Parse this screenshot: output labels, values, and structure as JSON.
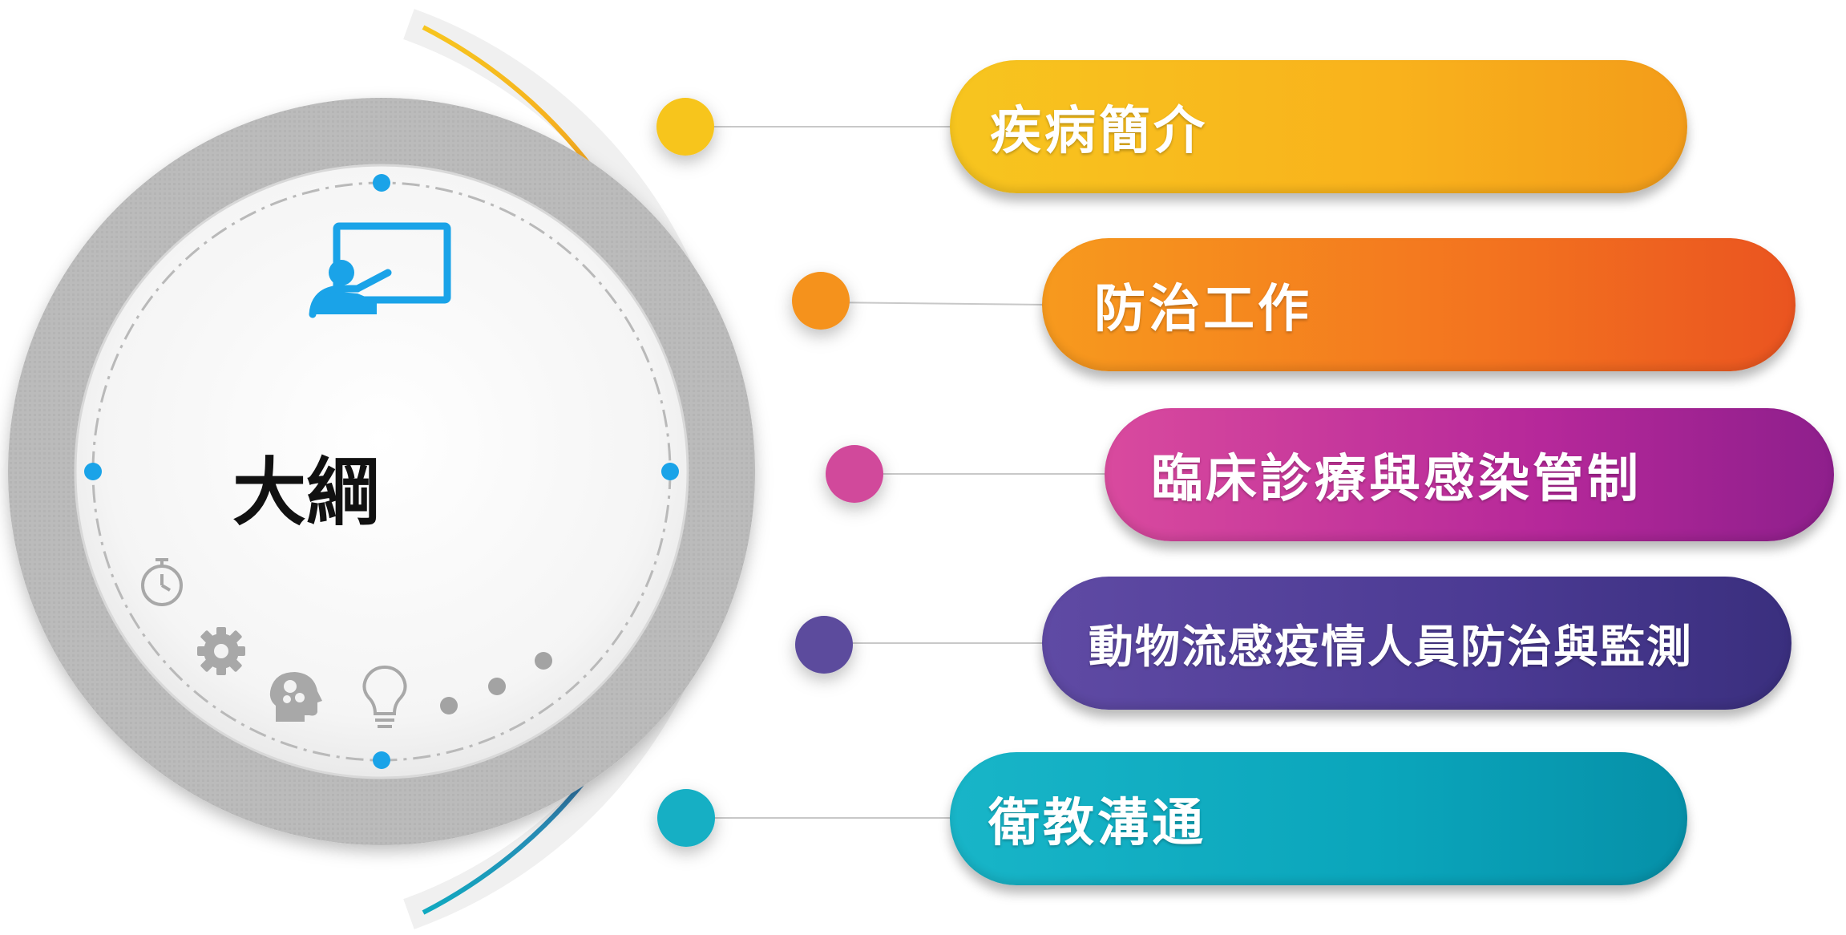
{
  "center": {
    "title": "大綱"
  },
  "topics": [
    {
      "label": "疾病簡介",
      "color": "#f7bd1d"
    },
    {
      "label": "防治工作",
      "color": "#f4861e"
    },
    {
      "label": "臨床診療與感染管制",
      "color": "#c7399b"
    },
    {
      "label": "動物流感疫情人員防治與監測",
      "color": "#5a4a9c"
    },
    {
      "label": "衛教溝通",
      "color": "#12afc4"
    }
  ],
  "icons": [
    "presentation-icon",
    "stopwatch-icon",
    "gear-icon",
    "head-gears-icon",
    "lightbulb-icon"
  ],
  "colors": {
    "ring_gray": "#bdbdbd",
    "dot_blue": "#1aa3e8",
    "connector_gray": "#c8c8c8"
  }
}
